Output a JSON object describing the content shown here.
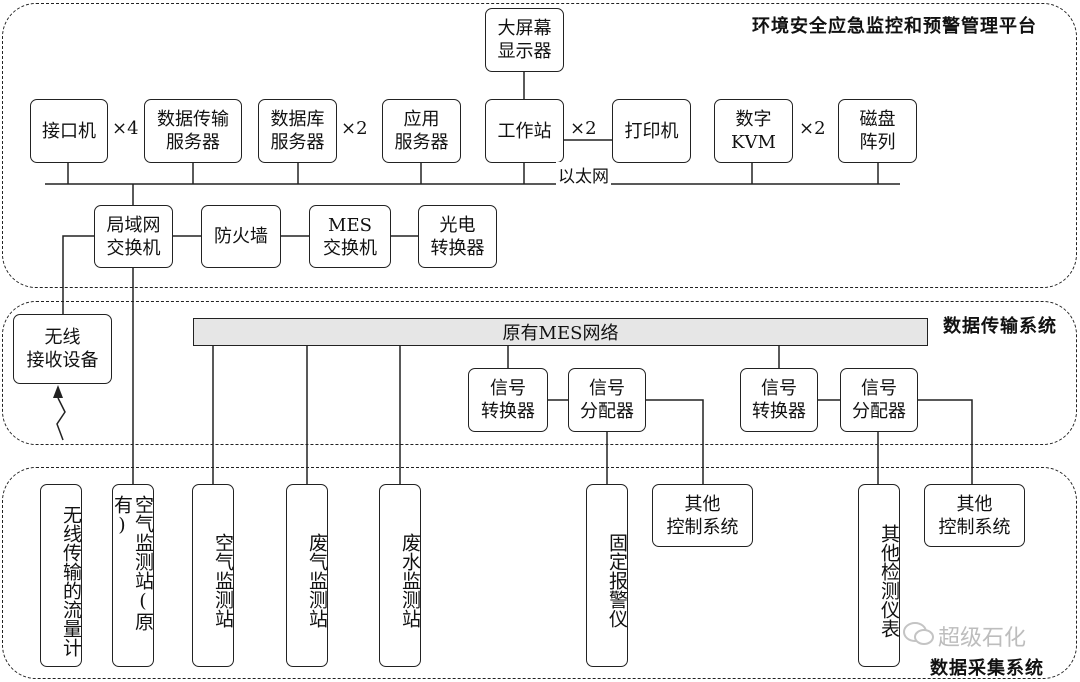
{
  "regions": {
    "platform": "环境安全应急监控和预警管理平台",
    "transmission": "数据传输系统",
    "collection": "数据采集系统"
  },
  "platform": {
    "screen": [
      "大屏幕",
      "显示器"
    ],
    "interface": [
      "接口机"
    ],
    "interface_mult": "×4",
    "transfer_server": [
      "数据传输",
      "服务器"
    ],
    "db_server": [
      "数据库",
      "服务器"
    ],
    "db_mult": "×2",
    "app_server": [
      "应用",
      "服务器"
    ],
    "workstation": [
      "工作站"
    ],
    "ws_mult": "×2",
    "printer": [
      "打印机"
    ],
    "kvm": [
      "数字",
      "KVM"
    ],
    "kvm_mult": "×2",
    "disk": [
      "磁盘",
      "阵列"
    ],
    "ethernet": "以太网",
    "lan_switch": [
      "局域网",
      "交换机"
    ],
    "firewall": [
      "防火墙"
    ],
    "mes_switch": [
      "MES",
      "交换机"
    ],
    "opto": [
      "光电",
      "转换器"
    ]
  },
  "transmission": {
    "wireless_rx": [
      "无线",
      "接收设备"
    ],
    "mes_network": "原有MES网络",
    "sig_conv_1": [
      "信号",
      "转换器"
    ],
    "sig_dist_1": [
      "信号",
      "分配器"
    ],
    "sig_conv_2": [
      "信号",
      "转换器"
    ],
    "sig_dist_2": [
      "信号",
      "分配器"
    ]
  },
  "collection": {
    "wireless_flow": "无线传输的流量计",
    "air_orig": "空气监测站(原有)",
    "air": "空气监测站",
    "gas": "废气监测站",
    "water": "废水监测站",
    "alarm": "固定报警仪",
    "other_ctrl_1": [
      "其他",
      "控制系统"
    ],
    "other_inst": "其他检测仪表",
    "other_ctrl_2": [
      "其他",
      "控制系统"
    ]
  },
  "watermark": "超级石化"
}
